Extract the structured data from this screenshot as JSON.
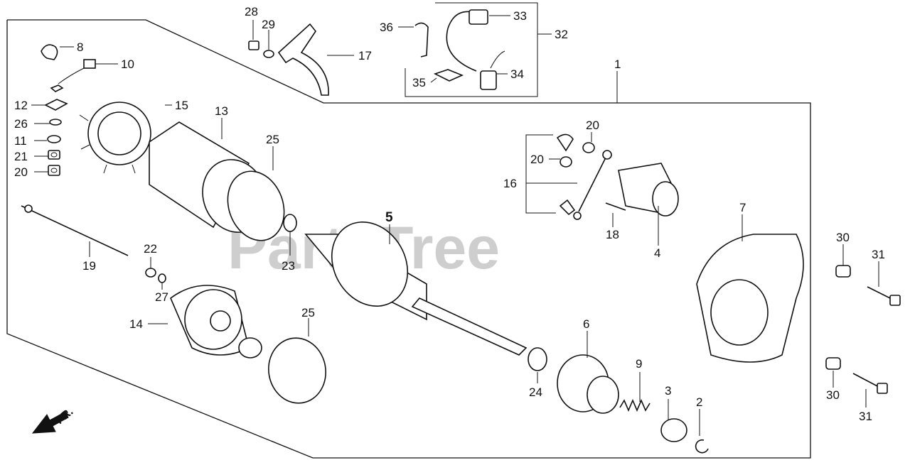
{
  "watermark": "PartsTree",
  "front_marker": "FR.",
  "callouts": [
    {
      "id": "c1",
      "num": "1"
    },
    {
      "id": "c2",
      "num": "2"
    },
    {
      "id": "c3",
      "num": "3"
    },
    {
      "id": "c4",
      "num": "4"
    },
    {
      "id": "c5",
      "num": "5"
    },
    {
      "id": "c6",
      "num": "6"
    },
    {
      "id": "c7",
      "num": "7"
    },
    {
      "id": "c8",
      "num": "8"
    },
    {
      "id": "c9",
      "num": "9"
    },
    {
      "id": "c10",
      "num": "10"
    },
    {
      "id": "c11",
      "num": "11"
    },
    {
      "id": "c12",
      "num": "12"
    },
    {
      "id": "c13",
      "num": "13"
    },
    {
      "id": "c14",
      "num": "14"
    },
    {
      "id": "c15",
      "num": "15"
    },
    {
      "id": "c16",
      "num": "16"
    },
    {
      "id": "c17",
      "num": "17"
    },
    {
      "id": "c18",
      "num": "18"
    },
    {
      "id": "c19",
      "num": "19"
    },
    {
      "id": "c20a",
      "num": "20"
    },
    {
      "id": "c20b",
      "num": "20"
    },
    {
      "id": "c20c",
      "num": "20"
    },
    {
      "id": "c21",
      "num": "21"
    },
    {
      "id": "c22",
      "num": "22"
    },
    {
      "id": "c23",
      "num": "23"
    },
    {
      "id": "c24",
      "num": "24"
    },
    {
      "id": "c25a",
      "num": "25"
    },
    {
      "id": "c25b",
      "num": "25"
    },
    {
      "id": "c26",
      "num": "26"
    },
    {
      "id": "c27",
      "num": "27"
    },
    {
      "id": "c28",
      "num": "28"
    },
    {
      "id": "c29",
      "num": "29"
    },
    {
      "id": "c30a",
      "num": "30"
    },
    {
      "id": "c30b",
      "num": "30"
    },
    {
      "id": "c31a",
      "num": "31"
    },
    {
      "id": "c31b",
      "num": "31"
    },
    {
      "id": "c32",
      "num": "32"
    },
    {
      "id": "c33",
      "num": "33"
    },
    {
      "id": "c34",
      "num": "34"
    },
    {
      "id": "c35",
      "num": "35"
    },
    {
      "id": "c36",
      "num": "36"
    }
  ]
}
